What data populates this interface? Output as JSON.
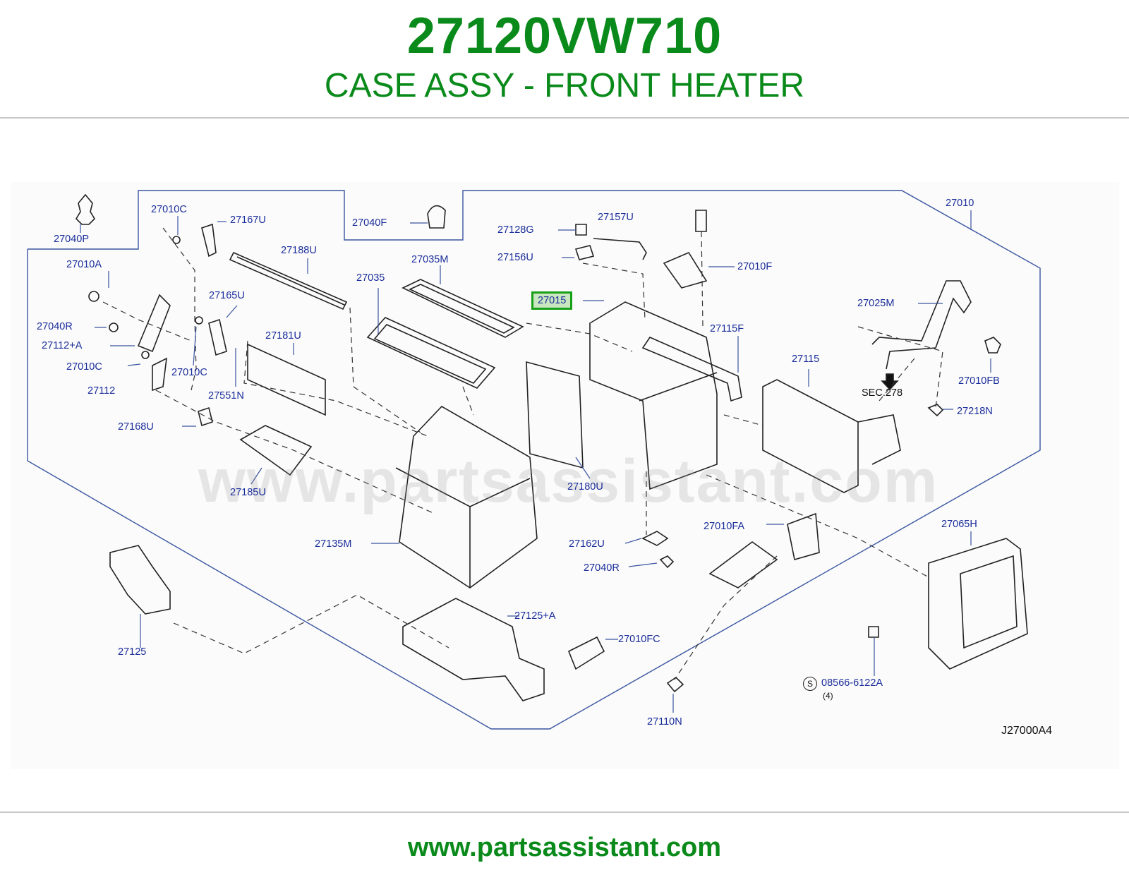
{
  "header": {
    "part_number": "27120VW710",
    "part_name": "CASE ASSY - FRONT HEATER"
  },
  "diagram": {
    "watermark": "www.partsassistant.com",
    "diagram_code": "J27000A4",
    "highlighted_part": "27015",
    "labels": {
      "l_27040P": "27040P",
      "l_27010C_a": "27010C",
      "l_27167U": "27167U",
      "l_27188U": "27188U",
      "l_27040F": "27040F",
      "l_27128G": "27128G",
      "l_27157U": "27157U",
      "l_27010": "27010",
      "l_27010A": "27010A",
      "l_27156U": "27156U",
      "l_27035M": "27035M",
      "l_27010F": "27010F",
      "l_27035": "27035",
      "l_27165U": "27165U",
      "l_27015": "27015",
      "l_27025M": "27025M",
      "l_27040R_a": "27040R",
      "l_27115F": "27115F",
      "l_27181U": "27181U",
      "l_27112A": "27112+A",
      "l_27115": "27115",
      "l_27010FB": "27010FB",
      "l_27010C_b": "27010C",
      "l_27010C_c": "27010C",
      "l_27112": "27112",
      "l_27551N": "27551N",
      "l_SEC278": "SEC.278",
      "l_27218N": "27218N",
      "l_27168U": "27168U",
      "l_27180U": "27180U",
      "l_27185U": "27185U",
      "l_27065H": "27065H",
      "l_27010FA": "27010FA",
      "l_27135M": "27135M",
      "l_27162U": "27162U",
      "l_27040R_b": "27040R",
      "l_27125A": "27125+A",
      "l_27010FC": "27010FC",
      "l_27125": "27125",
      "l_08566": "08566-6122A",
      "l_qty4": "(4)",
      "l_27110N": "27110N",
      "s_mark": "S"
    }
  },
  "footer": {
    "website": "www.partsassistant.com"
  }
}
